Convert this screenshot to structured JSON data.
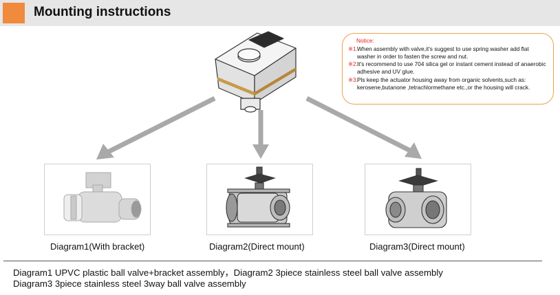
{
  "header": {
    "title": "Mounting instructions",
    "accent_color": "#f08a3c"
  },
  "notice": {
    "title": "Notice:",
    "items": [
      {
        "mark": "※1.",
        "text": "When assembly with valve,it's suggest to use spring washer add flat washer in order to fasten the screw and nut."
      },
      {
        "mark": "※2.",
        "text": "It's recommend to use 704 silica gel or instant cement instead of anaerobic adhesive and UV glue."
      },
      {
        "mark": "※3.",
        "text": "Pls keep the actuator housing away from organic solvents,such as: kerosene,butanone ,tetrachlormethane etc.,or the housing will crack."
      }
    ]
  },
  "diagrams": [
    {
      "caption": "Diagram1(With bracket)"
    },
    {
      "caption": "Diagram2(Direct mount)"
    },
    {
      "caption": "Diagram3(Direct mount)"
    }
  ],
  "footer": {
    "line1": "Diagram1  UPVC plastic ball valve+bracket assembly，Diagram2  3piece stainless steel ball valve assembly",
    "line2": "Diagram3  3piece stainless steel 3way ball valve assembly"
  }
}
